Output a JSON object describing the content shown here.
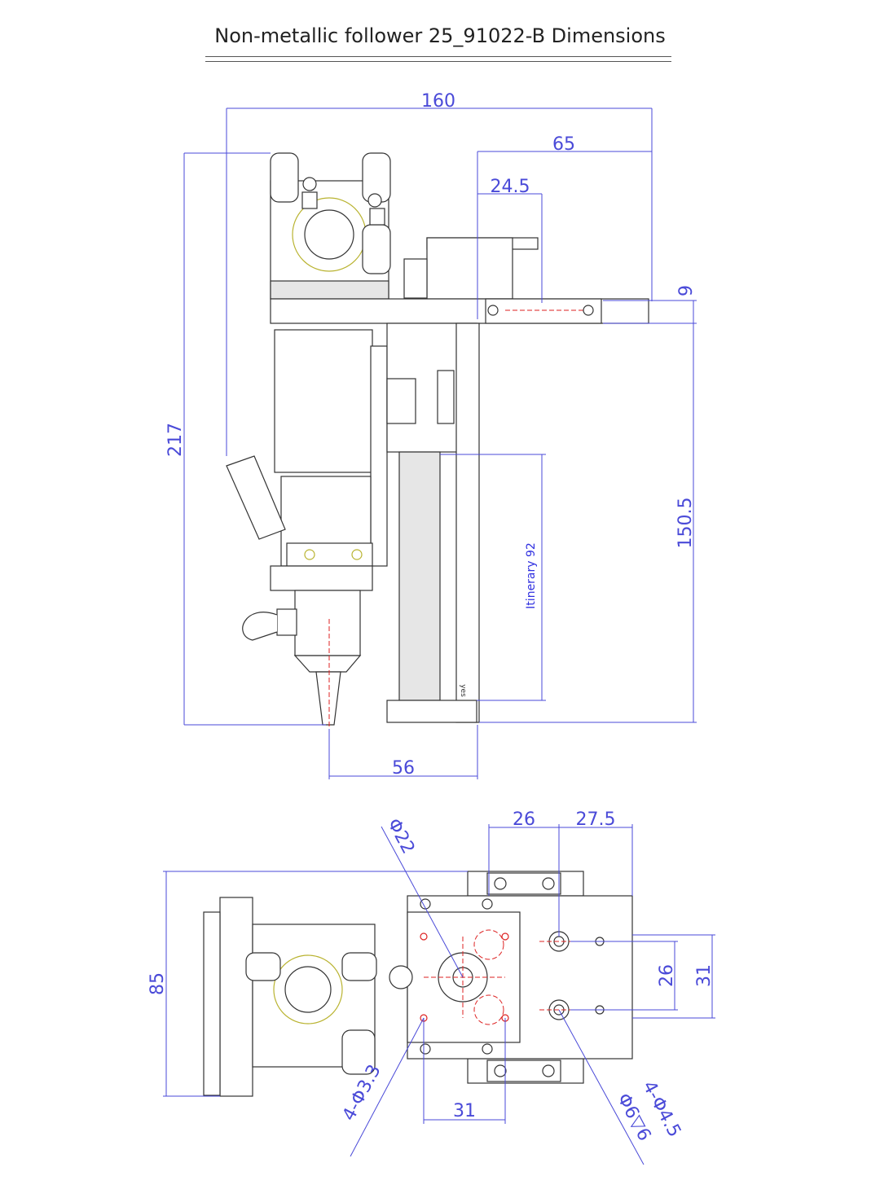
{
  "title": "Non-metallic follower 25_91022-B Dimensions",
  "front_view": {
    "dim_width_total": "160",
    "dim_65": "65",
    "dim_24_5": "24.5",
    "dim_9": "9",
    "dim_height_total": "217",
    "dim_150_5": "150.5",
    "stroke_label": "Itinerary 92",
    "dim_56": "56",
    "small_mark": "yes"
  },
  "top_view": {
    "dim_phi22": "Φ22",
    "dim_26_top": "26",
    "dim_27_5": "27.5",
    "dim_85": "85",
    "dim_26_side": "26",
    "dim_31_side": "31",
    "dim_31_bottom": "31",
    "dim_4_phi3_3": "4-Φ3.3",
    "dim_4_phi4_5": "4-Φ4.5",
    "dim_phi6_depth": "Φ6▽6"
  },
  "colors": {
    "dimension": "#4a4ad8",
    "centerline": "#dd2222",
    "outline": "#333333"
  }
}
